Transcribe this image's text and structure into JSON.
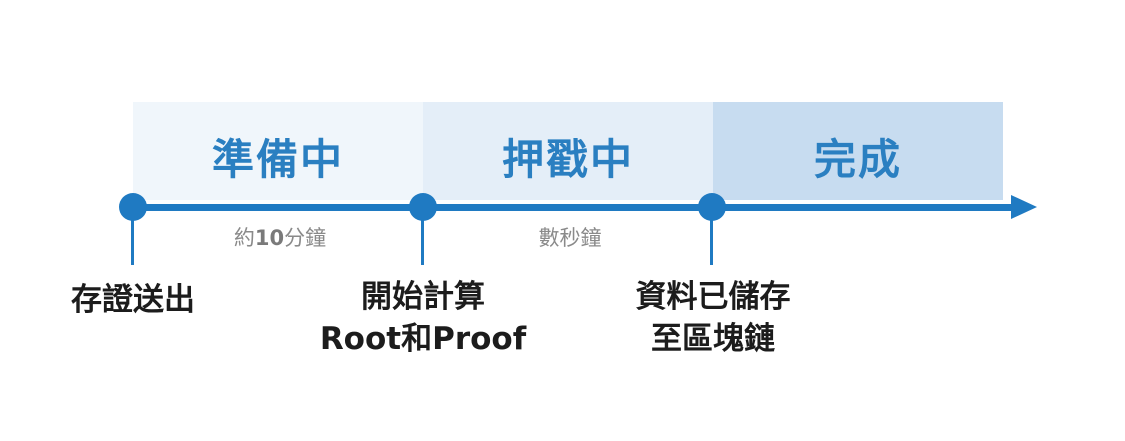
{
  "stages": [
    "準備中",
    "押戳中",
    "完成"
  ],
  "durations": {
    "first_prefix": "約",
    "first_number": "10",
    "first_suffix": "分鐘",
    "second": "數秒鐘"
  },
  "events": [
    {
      "line1": "存證送出",
      "line2": ""
    },
    {
      "line1": "開始計算",
      "line2": "Root和Proof"
    },
    {
      "line1": "資料已儲存",
      "line2": "至區塊鏈"
    }
  ],
  "colors": {
    "accent": "#1f7ac2",
    "stage_1_bg": "#f0f6fb",
    "stage_2_bg": "#e4eef8",
    "stage_3_bg": "#c7dcf0"
  }
}
